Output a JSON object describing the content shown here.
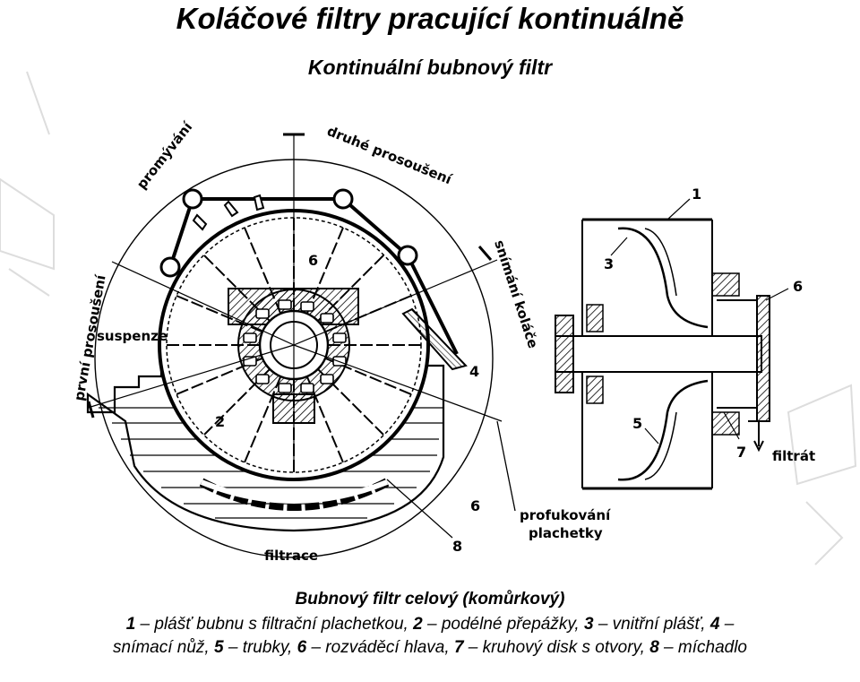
{
  "header": {
    "title": "Koláčové filtry pracující kontinuálně",
    "subtitle": "Kontinuální bubnový filtr"
  },
  "diagram_left": {
    "labels": {
      "promyvani": "promývání",
      "druhe_prosouseni": "druhé prosoušení",
      "snimani_kolace": "snímání koláče",
      "prvni_prosouseni": "první prosoušení",
      "suspenze": "suspenze",
      "filtrace": "filtrace",
      "profukovani": "profukování",
      "plachetky": "plachetky"
    },
    "numbers": {
      "n2": "2",
      "n4": "4",
      "n6a": "6",
      "n6b": "6",
      "n8": "8"
    }
  },
  "diagram_right": {
    "labels": {
      "filtrat": "filtrát"
    },
    "numbers": {
      "n1": "1",
      "n3": "3",
      "n5": "5",
      "n6": "6",
      "n7": "7"
    }
  },
  "caption": {
    "head": "Bubnový filtr celový (komůrkový)",
    "line1": [
      {
        "n": "1",
        "t": " – plášť bubnu s filtrační plachetkou, "
      },
      {
        "n": "2",
        "t": " – podélné přepážky, "
      },
      {
        "n": "3",
        "t": " – vnitřní plášť, "
      },
      {
        "n": "4",
        "t": " –"
      }
    ],
    "line2": [
      {
        "n": "",
        "t": "snímací nůž, "
      },
      {
        "n": "5",
        "t": " – trubky, "
      },
      {
        "n": "6",
        "t": " – rozváděcí hlava, "
      },
      {
        "n": "7",
        "t": " – kruhový disk s otvory, "
      },
      {
        "n": "8",
        "t": " – míchadlo"
      }
    ]
  }
}
